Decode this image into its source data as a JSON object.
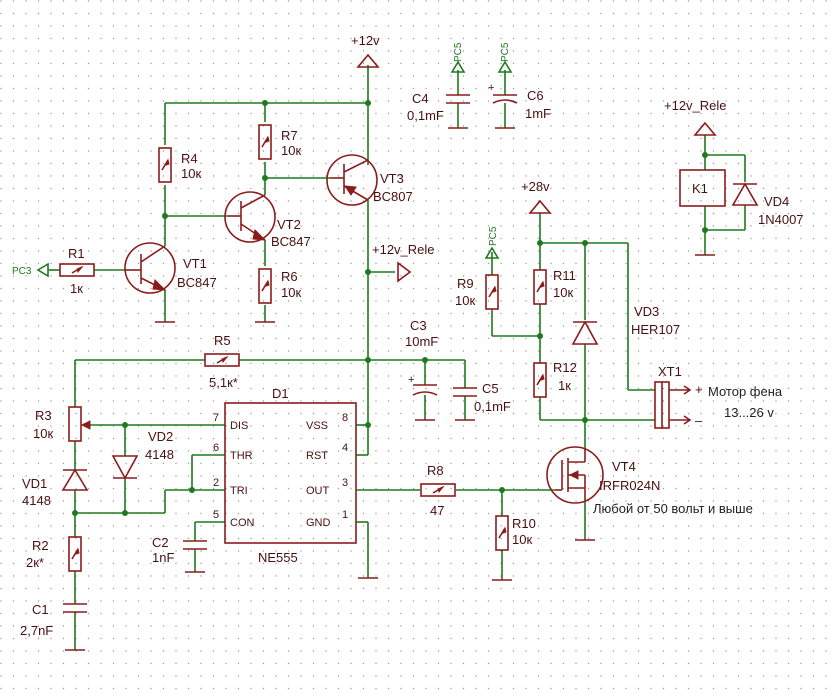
{
  "power": {
    "vcc12": "+12v",
    "rele12": "+12v_Rele",
    "rele12_top": "+12v_Rele",
    "vcc28": "+28v",
    "pc5_c4": "PC5",
    "pc5_c6": "PC5",
    "pc5_r9": "PC5",
    "pc3": "PC3"
  },
  "components": {
    "R1": {
      "ref": "R1",
      "val": "1к"
    },
    "R2": {
      "ref": "R2",
      "val": "2к*"
    },
    "R3": {
      "ref": "R3",
      "val": "10к"
    },
    "R4": {
      "ref": "R4",
      "val": "10к"
    },
    "R5": {
      "ref": "R5",
      "val": "5,1к*"
    },
    "R6": {
      "ref": "R6",
      "val": "10к"
    },
    "R7": {
      "ref": "R7",
      "val": "10к"
    },
    "R8": {
      "ref": "R8",
      "val": "47"
    },
    "R9": {
      "ref": "R9",
      "val": "10к"
    },
    "R10": {
      "ref": "R10",
      "val": "10к"
    },
    "R11": {
      "ref": "R11",
      "val": "10к"
    },
    "R12": {
      "ref": "R12",
      "val": "1к"
    },
    "C1": {
      "ref": "C1",
      "val": "2,7nF"
    },
    "C2": {
      "ref": "C2",
      "val": "1nF"
    },
    "C3": {
      "ref": "C3",
      "val": "10mF"
    },
    "C4": {
      "ref": "C4",
      "val": "0,1mF"
    },
    "C5": {
      "ref": "C5",
      "val": "0,1mF"
    },
    "C6": {
      "ref": "C6",
      "val": "1mF"
    },
    "VT1": {
      "ref": "VT1",
      "val": "BC847"
    },
    "VT2": {
      "ref": "VT2",
      "val": "BC847"
    },
    "VT3": {
      "ref": "VT3",
      "val": "BC807"
    },
    "VT4": {
      "ref": "VT4",
      "val": "IRFR024N"
    },
    "VD1": {
      "ref": "VD1",
      "val": "4148"
    },
    "VD2": {
      "ref": "VD2",
      "val": "4148"
    },
    "VD3": {
      "ref": "VD3",
      "val": "HER107"
    },
    "VD4": {
      "ref": "VD4",
      "val": "1N4007"
    },
    "K1": {
      "ref": "K1"
    },
    "XT1": {
      "ref": "XT1"
    }
  },
  "ic": {
    "ref": "D1",
    "val": "NE555",
    "pins_left": [
      {
        "num": "7",
        "name": "DIS"
      },
      {
        "num": "6",
        "name": "THR"
      },
      {
        "num": "2",
        "name": "TRI"
      },
      {
        "num": "5",
        "name": "CON"
      }
    ],
    "pins_right": [
      {
        "num": "8",
        "name": "VSS"
      },
      {
        "num": "4",
        "name": "RST"
      },
      {
        "num": "3",
        "name": "OUT"
      },
      {
        "num": "1",
        "name": "GND"
      }
    ]
  },
  "connector": {
    "plus": "+",
    "minus": "–",
    "label": "Мотор фена",
    "range": "13...26 v"
  },
  "notes": {
    "vt4_note": "Любой от 50 вольт и выше"
  },
  "colors": {
    "wire": "#1f7a1f",
    "part": "#8a1c1c",
    "text": "#4a1010",
    "background": "#ffffff"
  }
}
